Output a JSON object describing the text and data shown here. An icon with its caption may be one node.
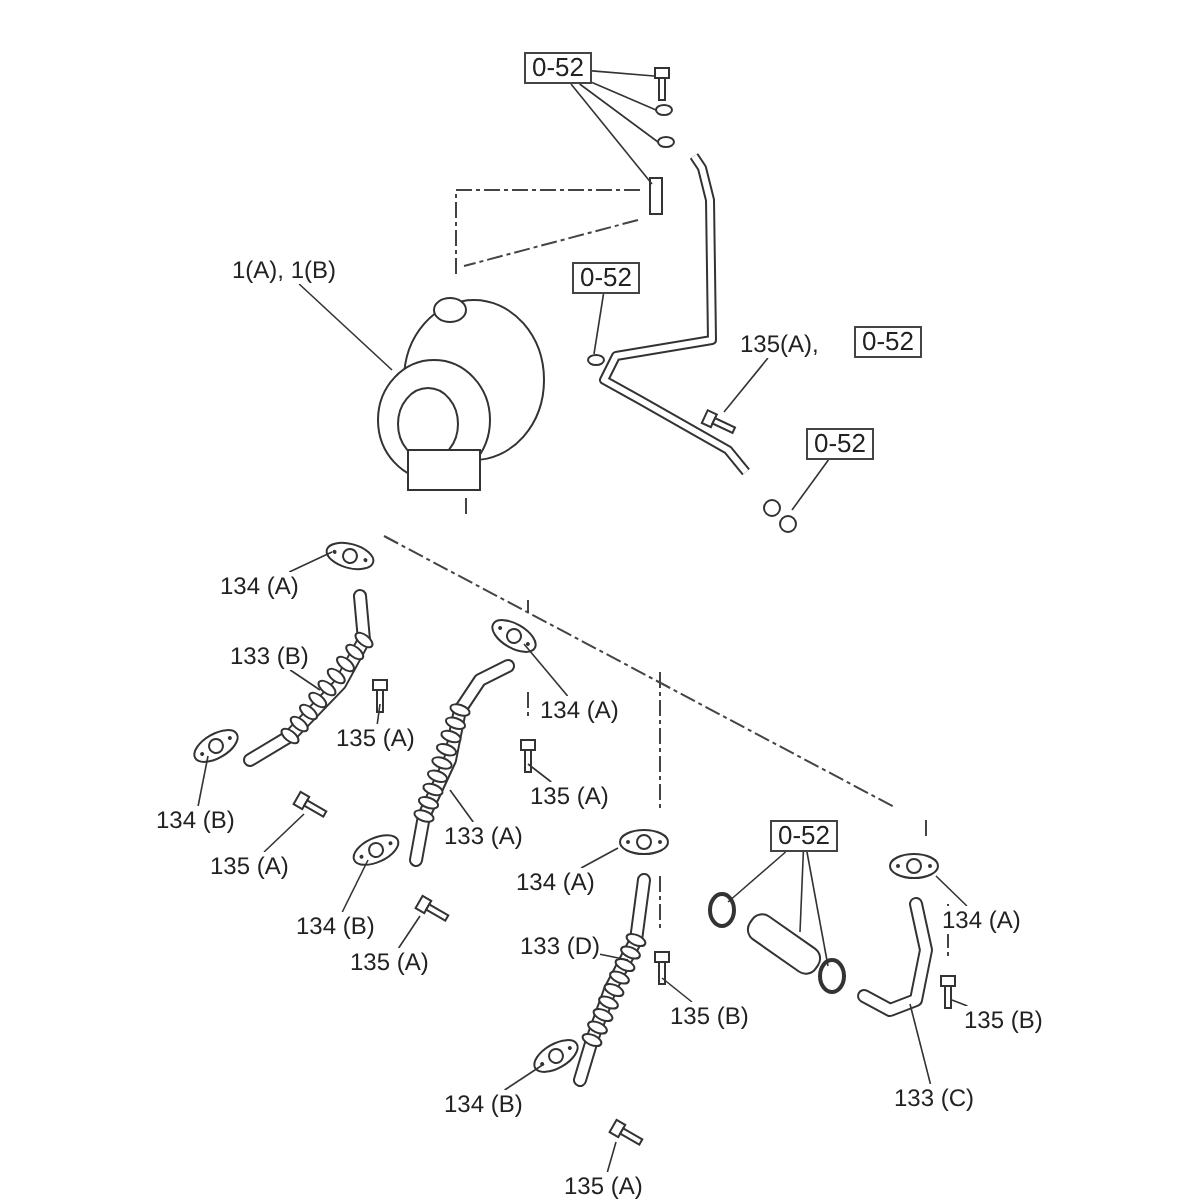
{
  "diagram": {
    "nodes": [
      {
        "text": [
          "0-52"
        ]
      },
      {
        "text": [],
        "shape": "picture"
      },
      {
        "text": [],
        "shape": "circle"
      },
      {
        "text": [],
        "shape": "circle"
      },
      {
        "text": [],
        "shape": "box"
      },
      {
        "text": [
          "1(A), 1(B)"
        ]
      },
      {
        "text": [],
        "shape": "picture"
      },
      {
        "text": [
          "0-52"
        ]
      },
      {
        "text": [],
        "shape": "circle"
      },
      {
        "text": [
          "135(A),"
        ]
      },
      {
        "text": [
          "0-52"
        ]
      },
      {
        "text": [],
        "shape": "picture"
      },
      {
        "text": [
          "0-52"
        ]
      },
      {
        "text": [],
        "shape": "picture"
      },
      {
        "text": [
          "134 (A)"
        ]
      },
      {
        "text": [],
        "shape": "picture"
      },
      {
        "text": [
          "133 (B)"
        ]
      },
      {
        "text": [],
        "shape": "picture"
      },
      {
        "text": [
          "135 (A)"
        ]
      },
      {
        "text": [],
        "shape": "picture"
      },
      {
        "text": [
          "134 (B)"
        ]
      },
      {
        "text": [],
        "shape": "picture"
      },
      {
        "text": [
          "135 (A)"
        ]
      },
      {
        "text": [],
        "shape": "picture"
      },
      {
        "text": [
          "134 (A)"
        ]
      },
      {
        "text": [],
        "shape": "picture"
      },
      {
        "text": [
          "135 (A)"
        ]
      },
      {
        "text": [],
        "shape": "picture"
      },
      {
        "text": [
          "133 (A)"
        ]
      },
      {
        "text": [],
        "shape": "picture"
      },
      {
        "text": [
          "134 (B)"
        ]
      },
      {
        "text": [],
        "shape": "picture"
      },
      {
        "text": [
          "135 (A)"
        ]
      },
      {
        "text": [],
        "shape": "picture"
      },
      {
        "text": [
          "134 (A)"
        ]
      },
      {
        "text": [],
        "shape": "picture"
      },
      {
        "text": [
          "133 (D)"
        ]
      },
      {
        "text": [],
        "shape": "picture"
      },
      {
        "text": [
          "135 (B)"
        ]
      },
      {
        "text": [],
        "shape": "picture"
      },
      {
        "text": [
          "134 (B)"
        ]
      },
      {
        "text": [],
        "shape": "picture"
      },
      {
        "text": [
          "135 (A)"
        ]
      },
      {
        "text": [],
        "shape": "picture"
      },
      {
        "text": [
          "0-52"
        ]
      },
      {
        "text": [],
        "shape": "circle"
      },
      {
        "text": [],
        "shape": "box"
      },
      {
        "text": [],
        "shape": "circle"
      },
      {
        "text": [
          "134 (A)"
        ]
      },
      {
        "text": [],
        "shape": "picture"
      },
      {
        "text": [
          "135 (B)"
        ]
      },
      {
        "text": [],
        "shape": "picture"
      },
      {
        "text": [
          "133 (C)"
        ]
      },
      {
        "text": [],
        "shape": "picture"
      }
    ],
    "edges": [
      {
        "from": 0,
        "to": 1,
        "arrow": "none"
      },
      {
        "from": 0,
        "to": 2,
        "arrow": "none"
      },
      {
        "from": 0,
        "to": 3,
        "arrow": "none"
      },
      {
        "from": 0,
        "to": 4,
        "arrow": "none"
      },
      {
        "from": 5,
        "to": 6,
        "arrow": "none"
      },
      {
        "from": 7,
        "to": 8,
        "arrow": "none"
      },
      {
        "from": 9,
        "to": 11,
        "arrow": "none"
      },
      {
        "from": 12,
        "to": 13,
        "arrow": "none"
      },
      {
        "from": 14,
        "to": 15,
        "arrow": "none"
      },
      {
        "from": 16,
        "to": 17,
        "arrow": "none"
      },
      {
        "from": 18,
        "to": 19,
        "arrow": "none"
      },
      {
        "from": 20,
        "to": 21,
        "arrow": "none"
      },
      {
        "from": 22,
        "to": 23,
        "arrow": "none"
      },
      {
        "from": 24,
        "to": 25,
        "arrow": "none"
      },
      {
        "from": 26,
        "to": 27,
        "arrow": "none"
      },
      {
        "from": 28,
        "to": 29,
        "arrow": "none"
      },
      {
        "from": 30,
        "to": 31,
        "arrow": "none"
      },
      {
        "from": 32,
        "to": 33,
        "arrow": "none"
      },
      {
        "from": 34,
        "to": 35,
        "arrow": "none"
      },
      {
        "from": 36,
        "to": 37,
        "arrow": "none"
      },
      {
        "from": 38,
        "to": 39,
        "arrow": "none"
      },
      {
        "from": 40,
        "to": 41,
        "arrow": "none"
      },
      {
        "from": 42,
        "to": 43,
        "arrow": "none"
      },
      {
        "from": 44,
        "to": 45,
        "arrow": "none"
      },
      {
        "from": 44,
        "to": 46,
        "arrow": "none"
      },
      {
        "from": 44,
        "to": 47,
        "arrow": "none"
      },
      {
        "from": 48,
        "to": 49,
        "arrow": "none"
      },
      {
        "from": 50,
        "to": 51,
        "arrow": "none"
      },
      {
        "from": 52,
        "to": 53,
        "arrow": "none"
      }
    ]
  }
}
